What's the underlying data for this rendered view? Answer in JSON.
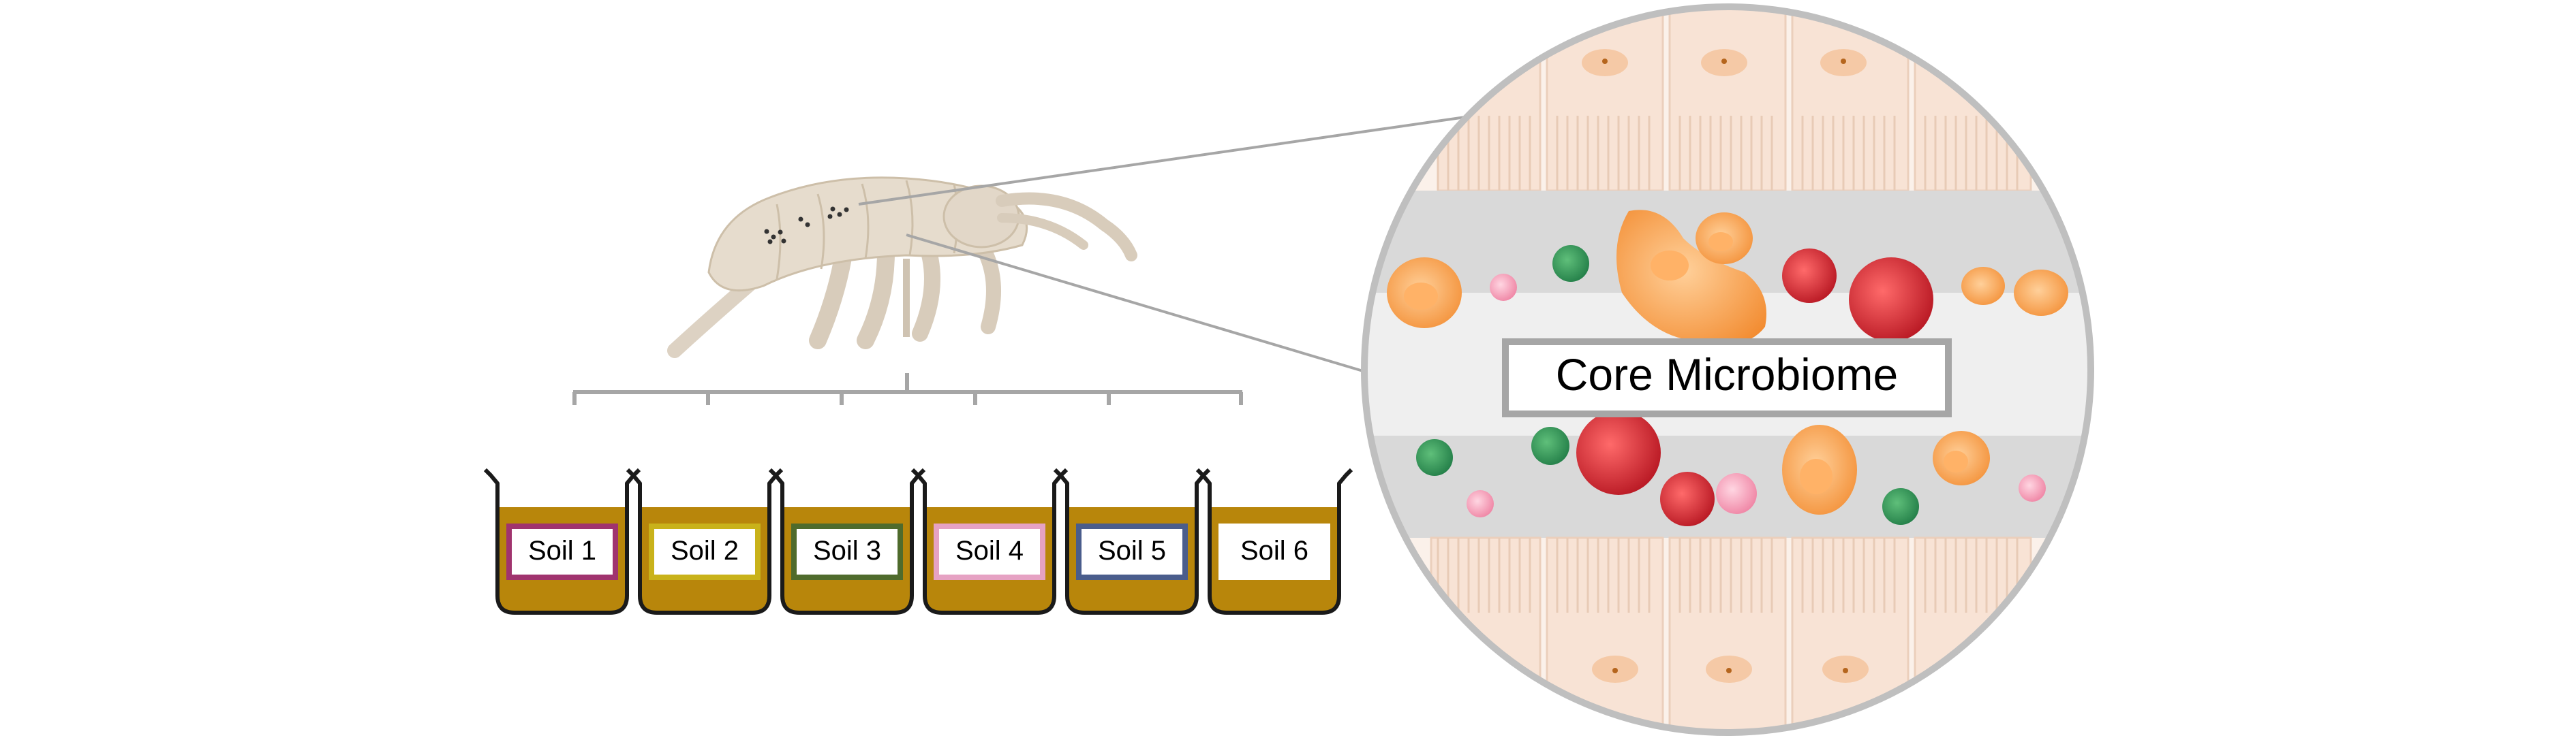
{
  "diagram": {
    "zoom_label": "Core Microbiome",
    "soils": [
      {
        "label": "Soil 1",
        "border_color": "#a0336e"
      },
      {
        "label": "Soil 2",
        "border_color": "#c9b21a"
      },
      {
        "label": "Soil 3",
        "border_color": "#4f6b2c"
      },
      {
        "label": "Soil 4",
        "border_color": "#e6a2c3"
      },
      {
        "label": "Soil 5",
        "border_color": "#4a5d8c"
      },
      {
        "label": "Soil 6",
        "border_color": "#ffffff"
      }
    ],
    "colors": {
      "soil_fill": "#b8860b",
      "tissue": "#f8e3d5",
      "lumen": "#d9d9d9",
      "connector": "#a6a6a6",
      "springtail": "#e2d7c8"
    },
    "icons": [
      "springtail-illustration",
      "beaker-icon",
      "bacteria-icon"
    ]
  }
}
